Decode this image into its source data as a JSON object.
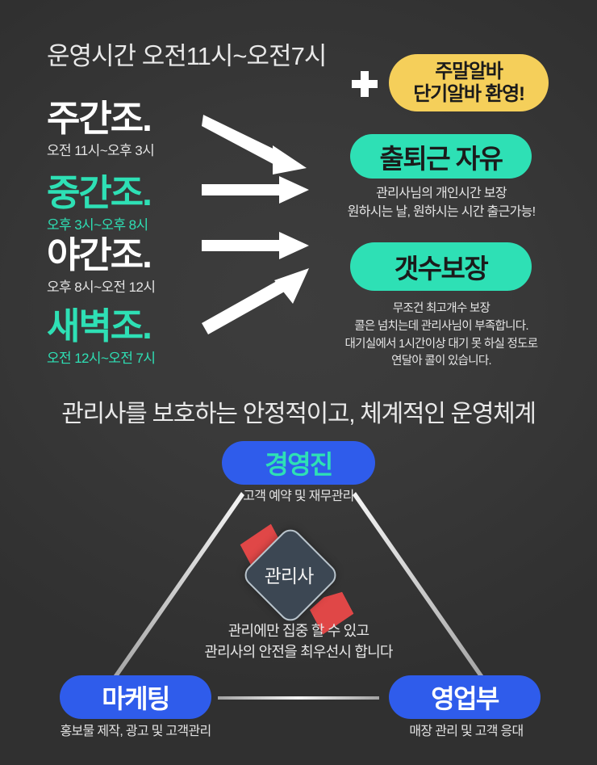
{
  "colors": {
    "background": "#353535",
    "accent_green": "#2ee0b5",
    "accent_blue": "#2f5ceb",
    "accent_yellow": "#f5cf5a",
    "accent_red": "#e04747",
    "text_light": "#ffffff",
    "text_dark": "#1b1b1b",
    "diamond_fill": "#3c4753"
  },
  "hours": {
    "title": "운영시간 오전11시~오전7시",
    "plus_icon": "plus-icon",
    "badge": {
      "line1": "주말알바",
      "line2": "단기알바 환영!"
    },
    "shifts": [
      {
        "name": "주간조.",
        "time": "오전 11시~오후 3시",
        "color": "white"
      },
      {
        "name": "중간조.",
        "time": "오후 3시~오후 8시",
        "color": "green"
      },
      {
        "name": "야간조.",
        "time": "오후 8시~오전 12시",
        "color": "white"
      },
      {
        "name": "새벽조.",
        "time": "오전 12시~오전 7시",
        "color": "green"
      }
    ],
    "benefits": [
      {
        "label": "출퇴근 자유",
        "desc_lines": [
          "관리사님의 개인시간 보장",
          "원하시는 날, 원하시는 시간 출근가능!"
        ]
      },
      {
        "label": "갯수보장",
        "desc_lines": [
          "무조건 최고개수 보장",
          "콜은 넘치는데 관리사님이 부족합니다.",
          "대기실에서 1시간이상 대기 못 하실 정도로",
          "연달아 콜이 있습니다."
        ]
      }
    ]
  },
  "org": {
    "title": "관리사를 보호하는 안정적이고, 체계적인 운영체계",
    "top": {
      "label": "경영진",
      "caption": "고객 예약 및 재무관리"
    },
    "left": {
      "label": "마케팅",
      "caption": "홍보물 제작, 광고 및 고객관리"
    },
    "right": {
      "label": "영업부",
      "caption": "매장 관리 및 고객 응대"
    },
    "center": {
      "label": "관리사",
      "caption_lines": [
        "관리에만 집중 할 수 있고",
        "관리사의 안전을 최우선시 합니다"
      ]
    }
  }
}
